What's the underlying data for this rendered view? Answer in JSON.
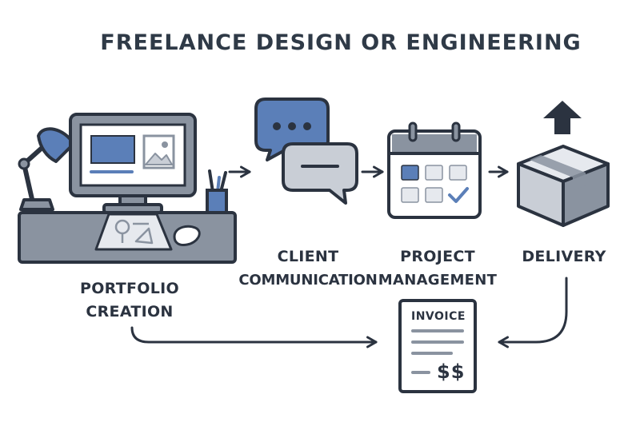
{
  "title": "FREELANCE DESIGN OR ENGINEERING",
  "steps": {
    "portfolio": {
      "line1": "PORTFOLIO",
      "line2": "CREATION"
    },
    "client": {
      "line1": "CLIENT",
      "line2": "COMMUNICATION"
    },
    "project": {
      "line1": "PROJECT",
      "line2": "MANAGEMENT"
    },
    "delivery": {
      "line1": "DELIVERY"
    }
  },
  "invoice": {
    "title": "INVOICE",
    "amount": "$$"
  },
  "colors": {
    "outline": "#2b3340",
    "blue": "#5b7fb8",
    "gray": "#8a93a0",
    "light_gray": "#c9ced6",
    "pale": "#e6e9ee"
  }
}
